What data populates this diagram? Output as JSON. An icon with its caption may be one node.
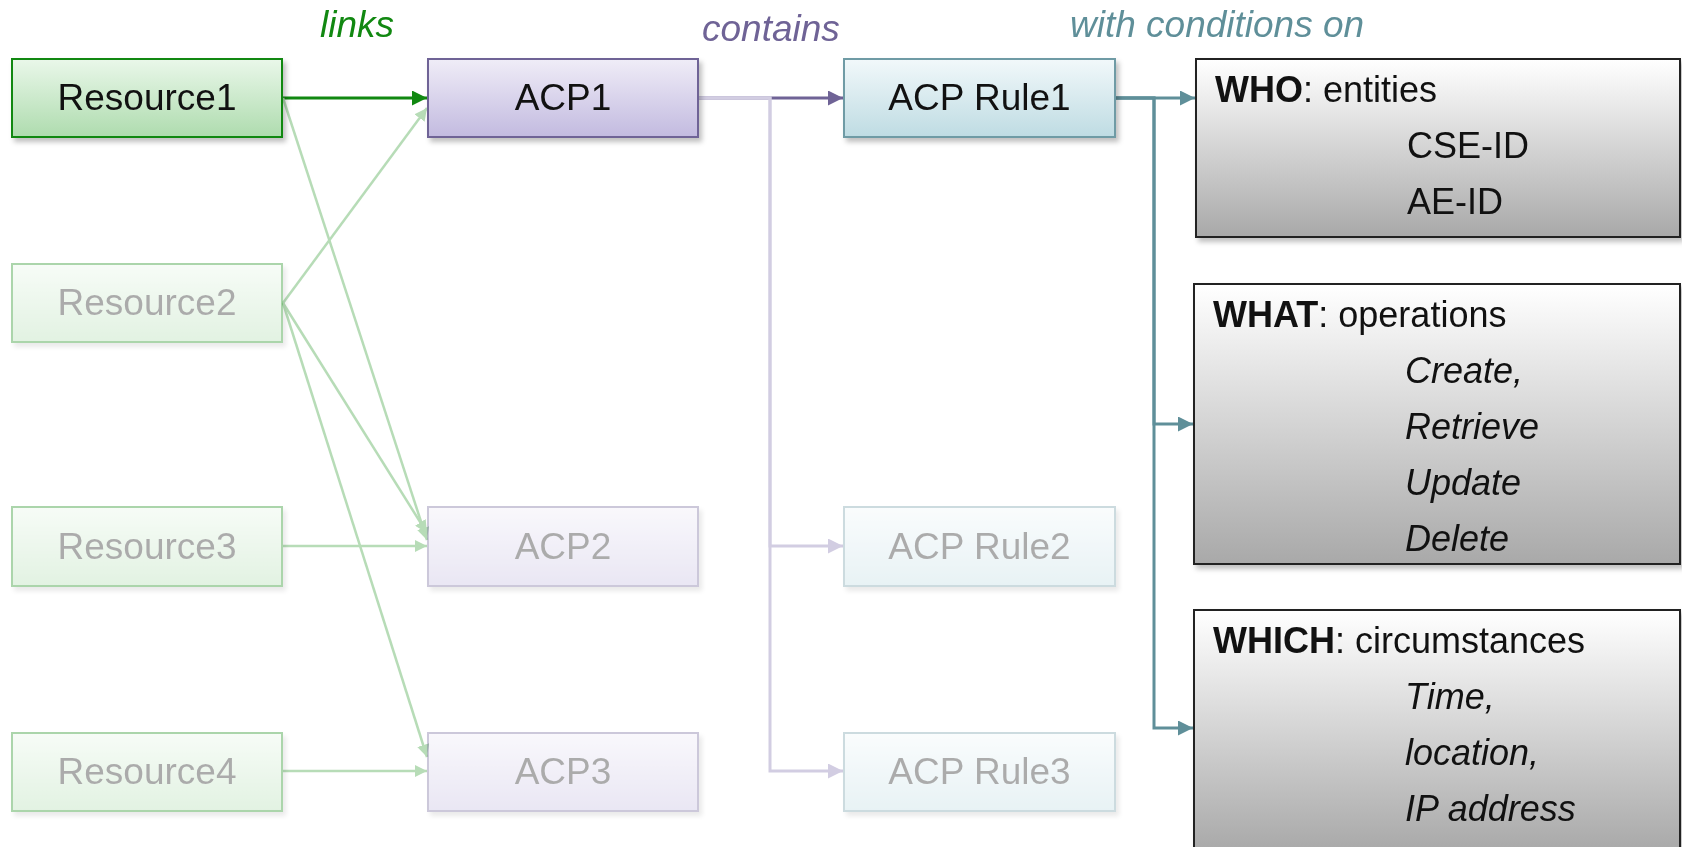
{
  "diagram": {
    "nodes": [
      {
        "text": [
          "Resource1"
        ]
      },
      {
        "text": [
          "ACP1"
        ]
      },
      {
        "text": [
          "ACP Rule1"
        ]
      },
      {
        "text": [
          "**WHO**: entities",
          "CSE-ID",
          "AE-ID"
        ]
      },
      {
        "text": [
          "Resource2"
        ]
      },
      {
        "text": [
          "**WHAT**: operations",
          "*Create,*",
          "*Retrieve*",
          "*Update*",
          "*Delete*"
        ]
      },
      {
        "text": [
          "Resource3"
        ]
      },
      {
        "text": [
          "ACP2"
        ]
      },
      {
        "text": [
          "ACP Rule2"
        ]
      },
      {
        "text": [
          "**WHICH**: circumstances",
          "*Time,*",
          "*location,*",
          "*IP address*"
        ]
      },
      {
        "text": [
          "Resource4"
        ]
      },
      {
        "text": [
          "ACP3"
        ]
      },
      {
        "text": [
          "ACP Rule3"
        ]
      }
    ],
    "edges": [
      {
        "from": 0,
        "to": 1,
        "arrow": "to",
        "label": "links",
        "color": "#118811"
      },
      {
        "from": 0,
        "to": 7,
        "arrow": "to"
      },
      {
        "from": 4,
        "to": 1,
        "arrow": "to"
      },
      {
        "from": 4,
        "to": 7,
        "arrow": "to"
      },
      {
        "from": 4,
        "to": 11,
        "arrow": "to"
      },
      {
        "from": 6,
        "to": 7,
        "arrow": "to"
      },
      {
        "from": 10,
        "to": 11,
        "arrow": "to"
      },
      {
        "from": 1,
        "to": 2,
        "arrow": "to",
        "label": "contains",
        "color": "#6f6396"
      },
      {
        "from": 1,
        "to": 8,
        "arrow": "to",
        "color": "#d2cde2"
      },
      {
        "from": 1,
        "to": 12,
        "arrow": "to",
        "color": "#d2cde2"
      },
      {
        "from": 2,
        "to": 3,
        "arrow": "to",
        "label": "with conditions on",
        "color": "#5f8f99"
      },
      {
        "from": 2,
        "to": 5,
        "arrow": "to",
        "color": "#5f8f99"
      },
      {
        "from": 2,
        "to": 9,
        "arrow": "to",
        "color": "#5f8f99"
      }
    ]
  }
}
